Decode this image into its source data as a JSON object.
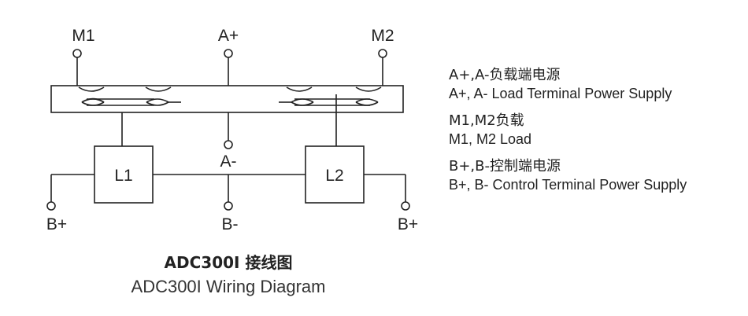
{
  "diagram": {
    "terminals": {
      "m1": "M1",
      "a_plus": "A+",
      "m2": "M2",
      "a_minus": "A-",
      "b_plus_left": "B+",
      "b_minus": "B-",
      "b_plus_right": "B+"
    },
    "coils": {
      "l1": "L1",
      "l2": "L2"
    }
  },
  "legend": {
    "items": [
      {
        "cn": "A+,A-负载端电源",
        "en": "A+, A- Load Terminal Power Supply"
      },
      {
        "cn": "M1,M2负载",
        "en": "M1, M2 Load"
      },
      {
        "cn": "B+,B-控制端电源",
        "en": "B+, B- Control Terminal Power Supply"
      }
    ]
  },
  "title": {
    "cn": "ADC300I 接线图",
    "en": "ADC300I Wiring Diagram"
  }
}
